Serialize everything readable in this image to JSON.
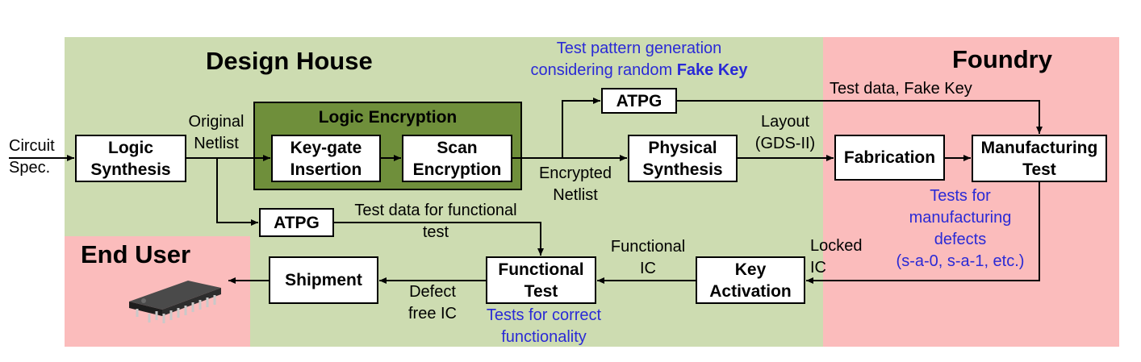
{
  "regions": {
    "design_house": {
      "title": "Design House",
      "color": "#cddcb1"
    },
    "foundry": {
      "title": "Foundry",
      "color": "#fbbcbc"
    },
    "end_user": {
      "title": "End User",
      "color": "#fbbcbc"
    }
  },
  "logic_encryption": {
    "title": "Logic Encryption",
    "color": "#6f8f3b"
  },
  "boxes": {
    "logic_synthesis": [
      "Logic",
      "Synthesis"
    ],
    "keygate_insertion": [
      "Key-gate",
      "Insertion"
    ],
    "scan_encryption": [
      "Scan",
      "Encryption"
    ],
    "atpg_top": "ATPG",
    "physical_synthesis": [
      "Physical",
      "Synthesis"
    ],
    "fabrication": "Fabrication",
    "manufacturing_test": [
      "Manufacturing",
      "Test"
    ],
    "atpg_bottom": "ATPG",
    "functional_test": [
      "Functional",
      "Test"
    ],
    "key_activation": [
      "Key",
      "Activation"
    ],
    "shipment": "Shipment"
  },
  "labels": {
    "circuit_spec": [
      "Circuit",
      "Spec."
    ],
    "original_netlist": [
      "Original",
      "Netlist"
    ],
    "encrypted_netlist": [
      "Encrypted",
      "Netlist"
    ],
    "layout": [
      "Layout",
      "(GDS-II)"
    ],
    "test_data_fake_key": "Test data, Fake Key",
    "test_pattern_line1": "Test pattern generation",
    "test_pattern_line2_prefix": "considering random ",
    "test_pattern_line2_bold": "Fake Key",
    "tests_manufacturing": [
      "Tests for",
      "manufacturing",
      "defects",
      "(s-a-0, s-a-1, etc.)"
    ],
    "locked_ic": [
      "Locked",
      "IC"
    ],
    "functional_ic": [
      "Functional",
      "IC"
    ],
    "test_data_functional": [
      "Test data for functional",
      "test"
    ],
    "defect_free_ic": [
      "Defect",
      "free IC"
    ],
    "tests_correct": [
      "Tests for correct",
      "functionality"
    ]
  },
  "icons": {
    "end_user": "ic-chip-icon"
  },
  "colors": {
    "annotation_blue": "#2a2ad6",
    "line": "#000000"
  }
}
